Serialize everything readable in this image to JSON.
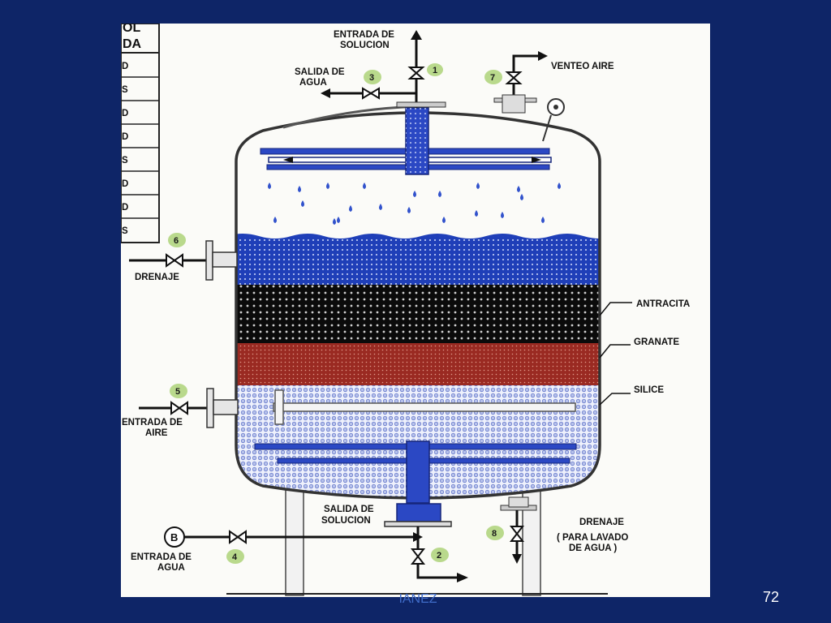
{
  "page": {
    "number": "72",
    "footer_text": "IANEZ"
  },
  "table": {
    "header_lines": [
      "OL",
      "DA"
    ],
    "row_letters": [
      "D",
      "S",
      "D",
      "D",
      "S",
      "D",
      "D",
      "S"
    ]
  },
  "labels": {
    "entrada_solucion": [
      "ENTRADA DE",
      "SOLUCION"
    ],
    "salida_agua": [
      "SALIDA DE",
      "AGUA"
    ],
    "venteo_aire": "VENTEO AIRE",
    "drenaje_left": "DRENAJE",
    "antracita": "ANTRACITA",
    "granate": "GRANATE",
    "silice": "SILICE",
    "entrada_aire": [
      "ENTRADA DE",
      "AIRE"
    ],
    "salida_solucion": [
      "SALIDA DE",
      "SOLUCION"
    ],
    "drenaje_right": [
      "DRENAJE",
      "( PARA LAVADO",
      "DE AGUA     )"
    ],
    "entrada_agua": [
      "ENTRADA DE",
      "AGUA"
    ],
    "pump": "B"
  },
  "valves": [
    "1",
    "2",
    "3",
    "4",
    "5",
    "6",
    "7",
    "8"
  ],
  "colors": {
    "background": "#0e2567",
    "water": "#1f3fb8",
    "anthracite": "#0b0b0b",
    "garnet": "#9a2a22",
    "silica": "#d9def4",
    "valve_badge": "#b9d98c"
  }
}
